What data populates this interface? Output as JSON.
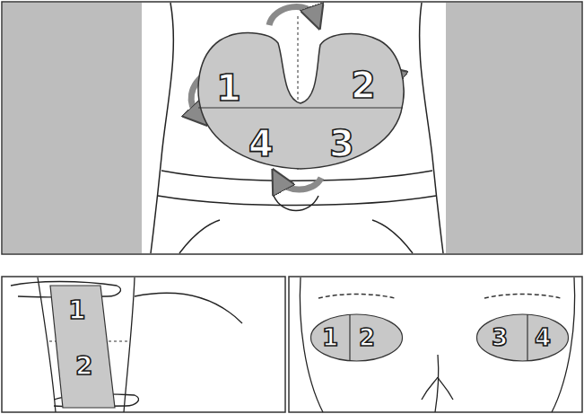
{
  "diagram": {
    "nodes": [
      {
        "text": [
          "1",
          "2",
          "4",
          "3"
        ]
      },
      {
        "text": [
          "1",
          "2"
        ]
      },
      {
        "text": [
          "1",
          "2"
        ]
      },
      {
        "text": [
          "3",
          "4"
        ]
      }
    ]
  }
}
